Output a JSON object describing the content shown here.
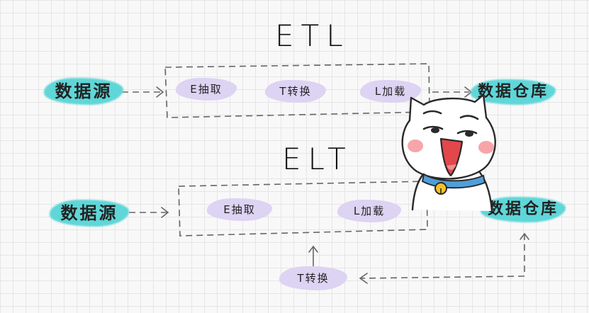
{
  "etl": {
    "title": "ETL",
    "source": "数据源",
    "extract": "E抽取",
    "transform": "T转换",
    "load": "L加载",
    "target": "数据仓库"
  },
  "elt": {
    "title": "ELT",
    "source": "数据源",
    "extract": "E抽取",
    "load": "L加载",
    "transform": "T转换",
    "target": "数据仓库"
  },
  "colors": {
    "source_highlight": "#5fd6d8",
    "step_highlight": "#ddd3f3",
    "dashed_line": "#666666",
    "cat_blush": "#f7a5a8",
    "cat_collar": "#4f9fd9",
    "cat_bell": "#f3c12a"
  },
  "icons": [
    "cat-sticker-icon"
  ]
}
